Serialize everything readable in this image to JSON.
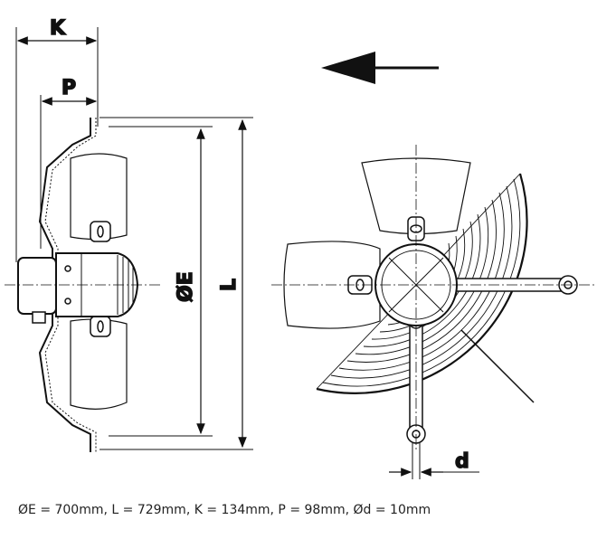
{
  "diagram": {
    "labels": {
      "K": "K",
      "P": "P",
      "E": "ØE",
      "L": "L",
      "d": "d"
    },
    "airflow_direction": "left"
  },
  "caption": "ØE = 700mm, L = 729mm, K = 134mm, P = 98mm, Ød = 10mm"
}
